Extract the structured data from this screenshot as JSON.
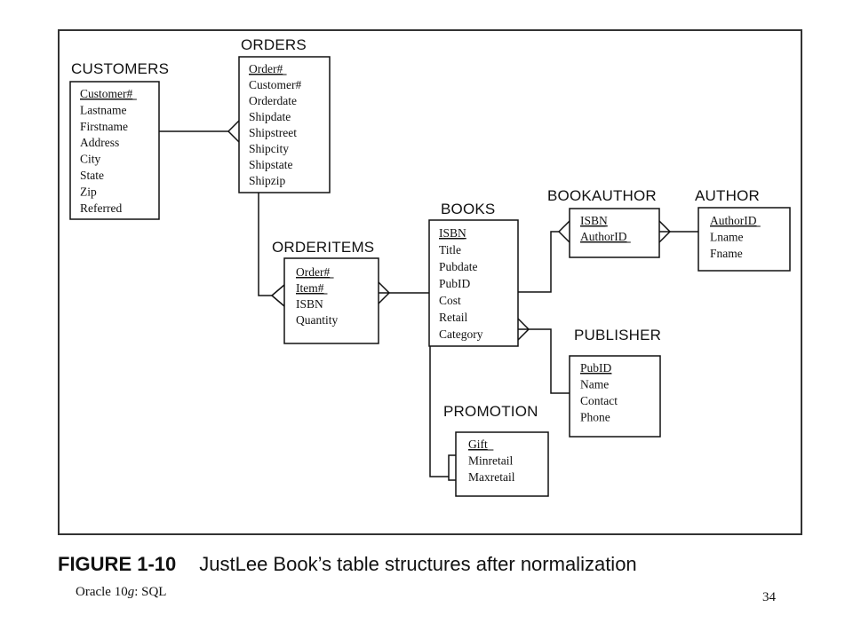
{
  "tables": {
    "customers": {
      "name": "CUSTOMERS",
      "fields": [
        "Customer#",
        "Lastname",
        "Firstname",
        "Address",
        "City",
        "State",
        "Zip",
        "Referred"
      ],
      "keys": [
        0
      ]
    },
    "orders": {
      "name": "ORDERS",
      "fields": [
        "Order#",
        "Customer#",
        "Orderdate",
        "Shipdate",
        "Shipstreet",
        "Shipcity",
        "Shipstate",
        "Shipzip"
      ],
      "keys": [
        0
      ]
    },
    "orderitems": {
      "name": "ORDERITEMS",
      "fields": [
        "Order#",
        "Item#",
        "ISBN",
        "Quantity"
      ],
      "keys": [
        0,
        1
      ]
    },
    "books": {
      "name": "BOOKS",
      "fields": [
        "ISBN",
        "Title",
        "Pubdate",
        "PubID",
        "Cost",
        "Retail",
        "Category"
      ],
      "keys": [
        0
      ]
    },
    "bookauthor": {
      "name": "BOOKAUTHOR",
      "fields": [
        "ISBN",
        "AuthorID"
      ],
      "keys": [
        0,
        1
      ]
    },
    "author": {
      "name": "AUTHOR",
      "fields": [
        "AuthorID",
        "Lname",
        "Fname"
      ],
      "keys": [
        0
      ]
    },
    "publisher": {
      "name": "PUBLISHER",
      "fields": [
        "PubID",
        "Name",
        "Contact",
        "Phone"
      ],
      "keys": [
        0
      ]
    },
    "promotion": {
      "name": "PROMOTION",
      "fields": [
        "Gift",
        "Minretail",
        "Maxretail"
      ],
      "keys": [
        0
      ]
    }
  },
  "caption": {
    "figure_number": "FIGURE 1-10",
    "text": "JustLee Book’s table structures after normalization"
  },
  "footer": {
    "course_prefix": "Oracle 10",
    "course_italic": "g",
    "course_suffix": ": SQL",
    "page_number": "34"
  }
}
